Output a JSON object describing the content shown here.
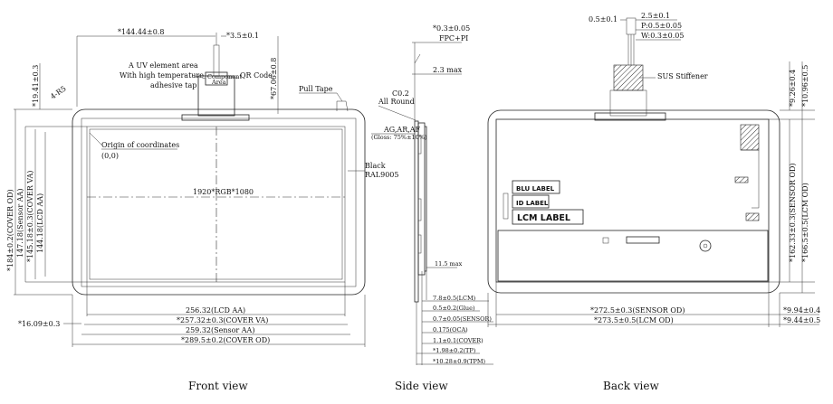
{
  "front": {
    "dims": {
      "cover_w": "*144.44±0.8",
      "fpc_w": "*3.5±0.1",
      "lcd_aa_w": "256.32(LCD AA)",
      "cover_va_w": "*257.32±0.3(COVER VA)",
      "sensor_aa_w": "259.32(Sensor AA)",
      "cover_od_w": "*289.5±0.2(COVER OD)",
      "left_offset": "*16.09±0.3",
      "top_offset": "*19.41±0.3",
      "fpc_h": "*67.06±0.8",
      "cover_od_h": "*184±0.2(COVER OD)",
      "sensor_aa_h": "147.18(Sensor AA)",
      "cover_va_h": "*145.18±0.3(COVER VA)",
      "lcd_aa_h": "144.18(LCD AA)",
      "corner": "4-R5"
    },
    "labels": {
      "uv_area_1": "A UV element area",
      "uv_area_2": "With high temperature",
      "uv_area_3": "adhesive tap",
      "qr_code": "QR Code",
      "pull_tape": "Pull Tape",
      "origin": "Origin of coordinates",
      "origin_xy": "(0,0)",
      "resolution": "1920*RGB*1080",
      "black_1": "Black",
      "black_2": "RAL9005"
    },
    "caption": "Front view"
  },
  "side": {
    "dims": {
      "pin": "*0.3±0.05",
      "fpc_pi": "FPC+PI",
      "max23": "2.3 max",
      "round_1": "C0.2",
      "round_2": "All Round",
      "coat": "AG,AR,AF",
      "coat_sub": "(Gloss: 75%±10%)",
      "max115": "11.5 max",
      "lcm": "7.8±0.5(LCM)",
      "glue": "0.5±0.2(Glue)",
      "sensor": "0.7±0.05(SENSOR)",
      "oca": "0.175(OCA)",
      "cover": "1.1±0.1(COVER)",
      "tp": "*1.98±0.2(TP)",
      "tpm": "*10.28±0.9(TPM)"
    },
    "caption": "Side view"
  },
  "back": {
    "dims": {
      "d05": "0.5±0.1",
      "d25": "2.5±0.1",
      "pitch": "P:0.5±0.05",
      "width": "W:0.3±0.05",
      "stiffener": "SUS Stiffener",
      "d926": "*9.26±0.4",
      "d1096": "*10.96±0.5",
      "sensor_h": "*162.33±0.3(SENSOR OD)",
      "lcm_h": "*166.5±0.5(LCM OD)",
      "d994": "*9.94±0.4",
      "d944": "*9.44±0.5",
      "sensor_w": "*272.5±0.3(SENSOR OD)",
      "lcm_w": "*273.5±0.5(LCM OD)"
    },
    "labels": {
      "blu": "BLU LABEL",
      "id": "ID LABEL",
      "lcm": "LCM LABEL"
    },
    "caption": "Back view"
  }
}
